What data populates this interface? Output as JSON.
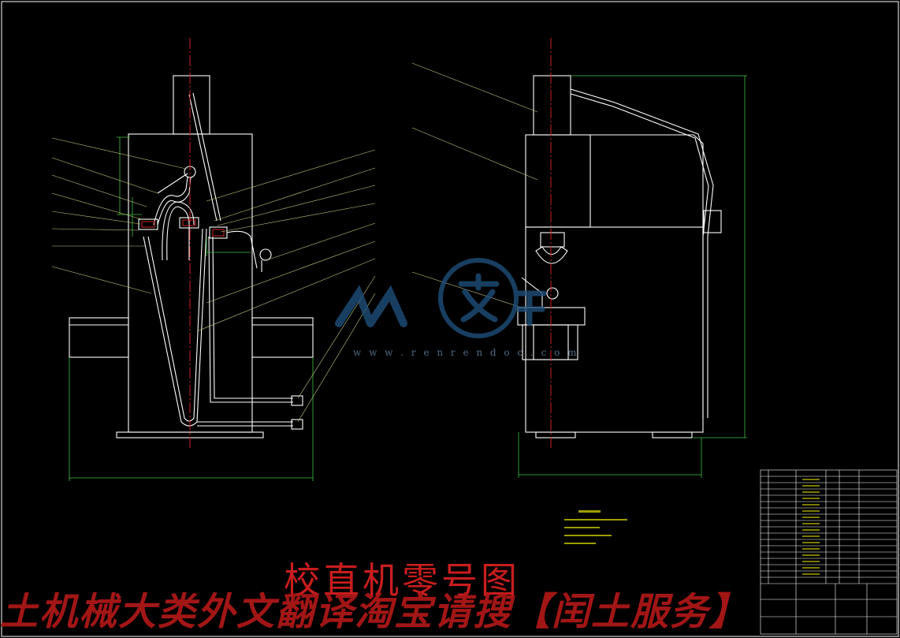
{
  "drawing": {
    "title": "校直机零号图",
    "watermark_url": "w w w . r e n r e n d o c . c o m",
    "promo_banner": "土机械大类外文翻译淘宝请搜【闰土服务】",
    "colors": {
      "background": "#000000",
      "outline": "#ffffff",
      "centerline": "#d02020",
      "dimension": "#3fc23f",
      "leader": "#c8c880",
      "notes": "#e0e000",
      "title": "#c81d1d",
      "watermark": "#1e4f7a"
    },
    "icons": {
      "watermark_logo": "renrendoc-logo-icon"
    }
  }
}
